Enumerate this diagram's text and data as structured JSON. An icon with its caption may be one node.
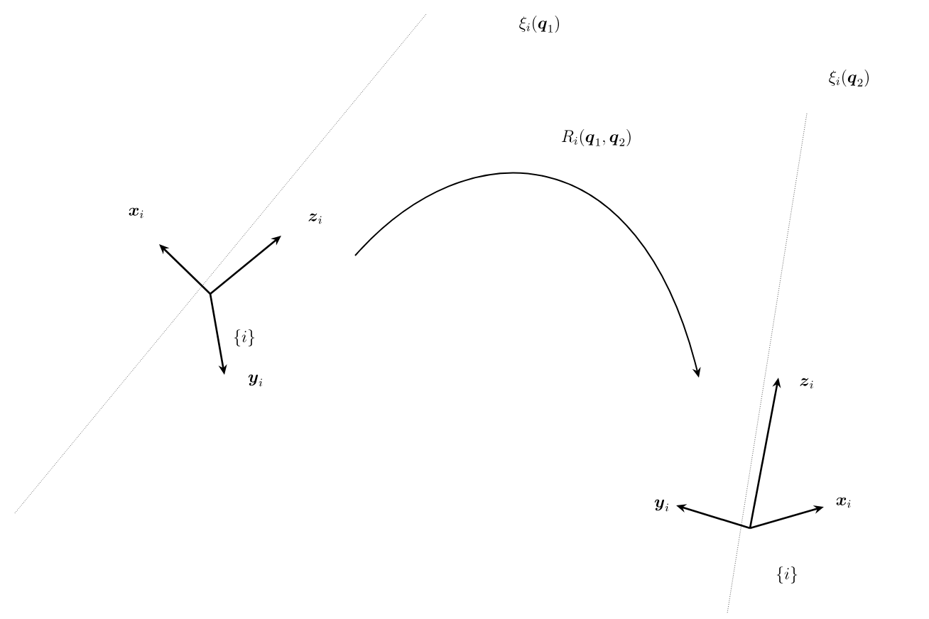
{
  "diagram": {
    "labels": [
      "\\xi_i(\\boldsymbol{q}_1)",
      "\\boldsymbol{x}_i",
      "\\boldsymbol{z}_i",
      "\\{i\\}",
      "\\boldsymbol{y}_i",
      "R_i(\\boldsymbol{q}_1,\\boldsymbol{q}_2)",
      "\\xi_i(\\boldsymbol{q}_2)",
      "\\boldsymbol{z}_i",
      "\\boldsymbol{y}_i",
      "\\boldsymbol{x}_i",
      "\\{i\\}"
    ]
  }
}
